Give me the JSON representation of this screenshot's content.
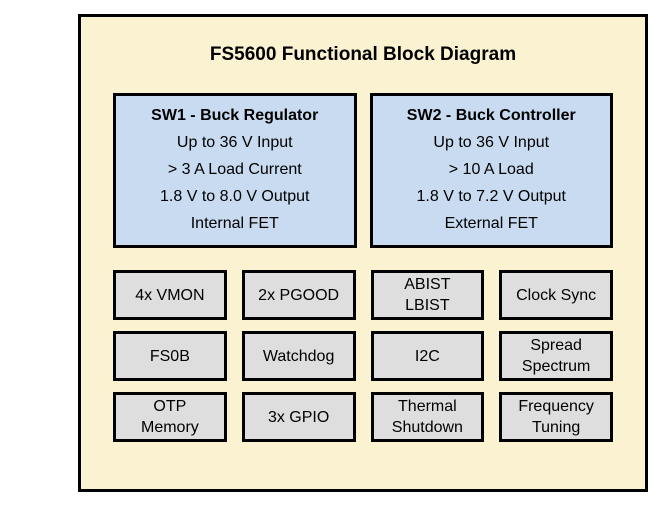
{
  "diagram": {
    "title": "FS5600 Functional Block Diagram",
    "colors": {
      "canvas_bg": "#FAF2D0",
      "sw_box_bg": "#C8DBF0",
      "block_bg": "#DEDEDE",
      "border": "#000000"
    },
    "sw_boxes": [
      {
        "title": "SW1 - Buck Regulator",
        "lines": [
          "Up to 36 V Input",
          "> 3 A Load Current",
          "1.8 V to 8.0 V Output",
          "Internal FET"
        ]
      },
      {
        "title": "SW2 - Buck Controller",
        "lines": [
          "Up to 36 V Input",
          "> 10 A Load",
          "1.8 V to 7.2 V Output",
          "External FET"
        ]
      }
    ],
    "blocks": [
      [
        "4x VMON",
        "2x PGOOD",
        "ABIST\nLBIST",
        "Clock Sync"
      ],
      [
        "FS0B",
        "Watchdog",
        "I2C",
        "Spread\nSpectrum"
      ],
      [
        "OTP\nMemory",
        "3x GPIO",
        "Thermal\nShutdown",
        "Frequency\nTuning"
      ]
    ]
  }
}
